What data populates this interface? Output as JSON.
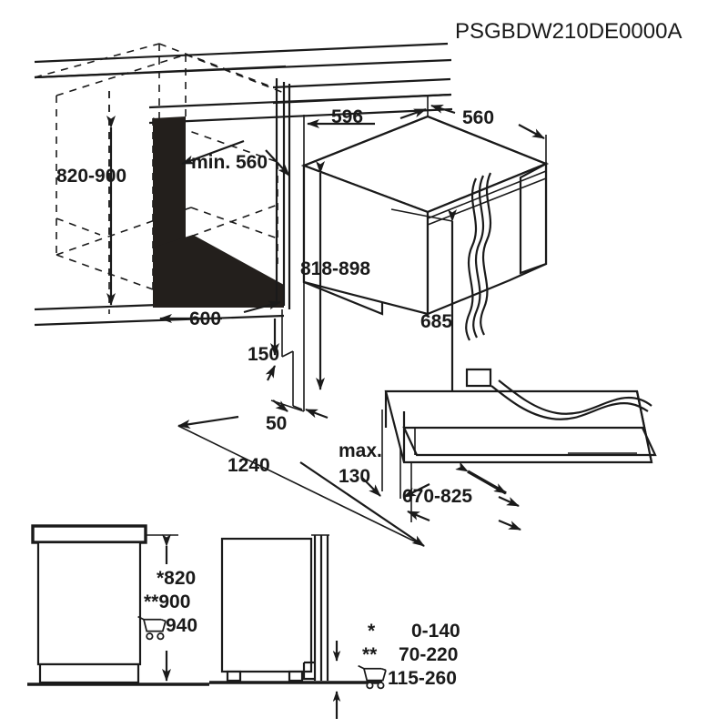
{
  "document": {
    "title": "PSGBDW210DE0000A",
    "type": "installation-dimension-drawing",
    "units": "mm",
    "line_color": "#1a1a1a",
    "fill_color": "#231f1c",
    "background_color": "#ffffff"
  },
  "main_view": {
    "name": "niche-and-appliance-perspective",
    "dimensions": {
      "niche_height": "820-900",
      "niche_depth_min": "min. 560",
      "niche_width": "600",
      "appliance_width": "596",
      "appliance_depth": "560",
      "appliance_height": "818-898",
      "door_panel_height": "685",
      "plinth_recess": "150",
      "plinth_offset": "50",
      "door_open_clearance": "1240",
      "toe_kick_max": "max.",
      "toe_kick_value": "130",
      "door_swing_range": "670-825"
    }
  },
  "elevation_left": {
    "name": "front-elevation-with-worktop",
    "labels": [
      "*820",
      "**900",
      "940"
    ],
    "cart_icon": "shopping-cart-icon"
  },
  "elevation_right": {
    "name": "side-elevation-with-door-panel"
  },
  "legend": {
    "name": "footnote-legend",
    "rows": [
      {
        "marker": "*",
        "marker_type": "asterisk",
        "value": "0-140"
      },
      {
        "marker": "**",
        "marker_type": "double-asterisk",
        "value": "70-220"
      },
      {
        "marker": "",
        "marker_type": "shopping-cart-icon",
        "value": "115-260"
      }
    ]
  }
}
